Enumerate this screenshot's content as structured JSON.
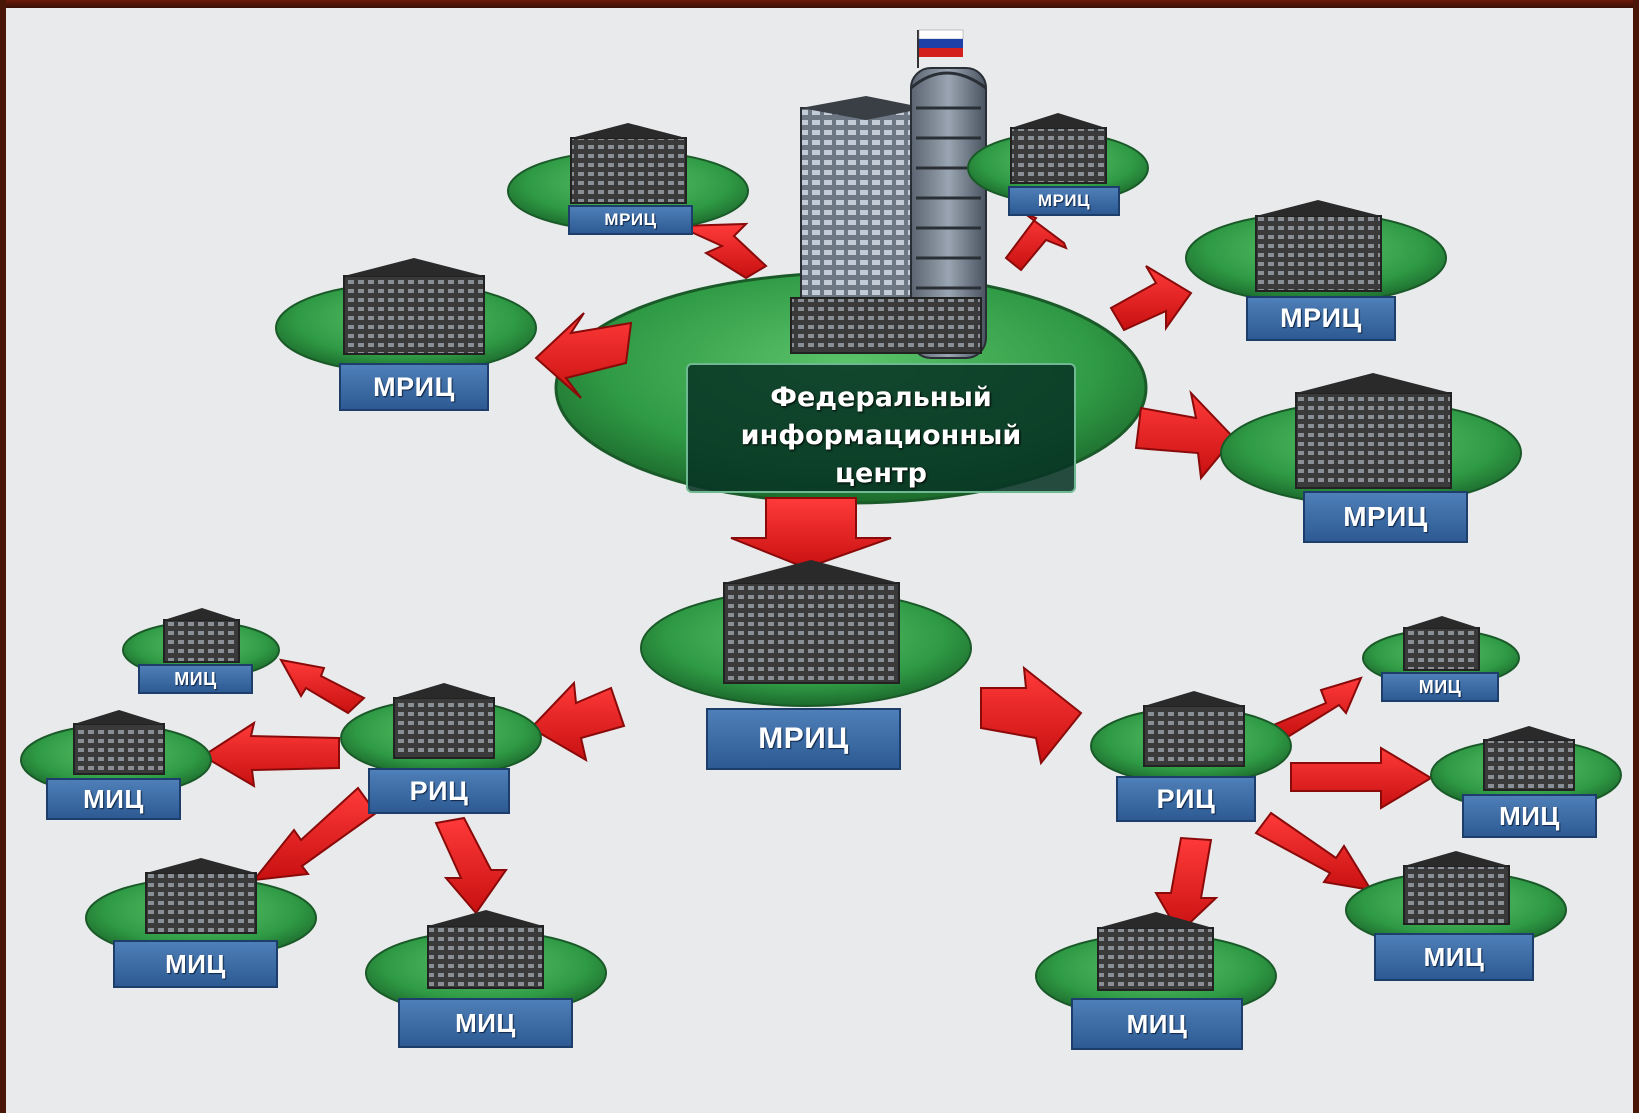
{
  "federal_center": {
    "line1": "Федеральный",
    "line2": "информационный",
    "line3": "центр"
  },
  "nodes": {
    "mric_top_left": "МРИЦ",
    "mric_top_right": "МРИЦ",
    "mric_left": "МРИЦ",
    "mric_right_upper": "МРИЦ",
    "mric_right_lower": "МРИЦ",
    "mric_center": "МРИЦ",
    "ric_left": "РИЦ",
    "ric_right": "РИЦ",
    "mic_left_top": "МИЦ",
    "mic_left_mid": "МИЦ",
    "mic_left_bottom": "МИЦ",
    "mic_left_bottom_right": "МИЦ",
    "mic_right_top": "МИЦ",
    "mic_right_mid": "МИЦ",
    "mic_right_bottom_right": "МИЦ",
    "mic_right_bottom": "МИЦ"
  },
  "colors": {
    "platform_green": "#2f9a45",
    "label_blue": "#3a6aa6",
    "arrow_red": "#e21b1b",
    "flag_white": "#ffffff",
    "flag_blue": "#1c3fa8",
    "flag_red": "#d41f1f"
  }
}
